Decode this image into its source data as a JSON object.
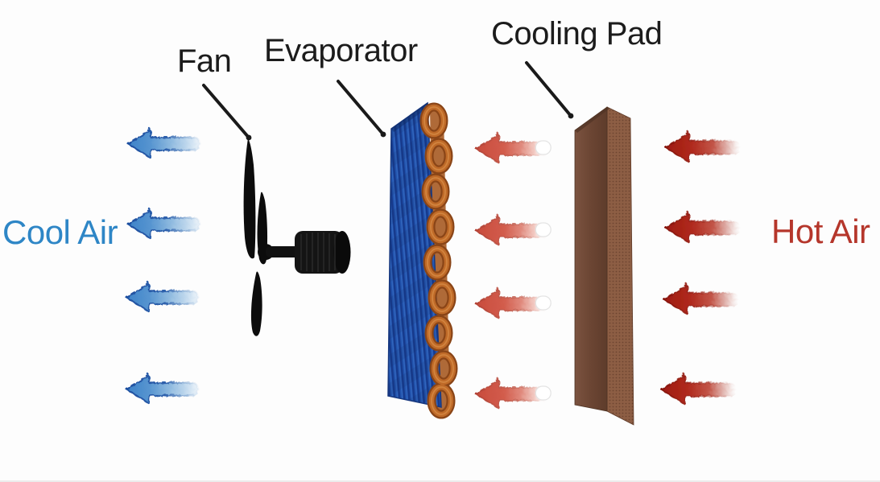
{
  "diagram": {
    "type": "evaporative-cooling-airflow-diagram",
    "labels": {
      "fan": "Fan",
      "evaporator": "Evaporator",
      "cooling_pad": "Cooling Pad",
      "cool_air": "Cool Air",
      "hot_air": "Hot Air"
    },
    "colors": {
      "background": "#fdfdfd",
      "label_text": "#1c1c1c",
      "cool_air_text": "#2e86c6",
      "hot_air_text": "#b5362b",
      "cool_air_arrow": "#4a8fd0",
      "cool_air_arrow_outline": "#1e4fa0",
      "warm_air_arrow": "#d05848",
      "hot_air_arrow": "#ab211a",
      "evaporator_fins": "#2153ad",
      "evaporator_coil": "#b5651d",
      "cooling_pad_front": "#6b4533",
      "cooling_pad_side": "#8d5e44",
      "fan_body": "#0c0c0c",
      "leader_line": "#1a1a1a"
    },
    "arrows": {
      "direction": "left",
      "cool_air_count": 4,
      "between_pad_and_evaporator_count": 4,
      "hot_air_count": 4
    }
  }
}
